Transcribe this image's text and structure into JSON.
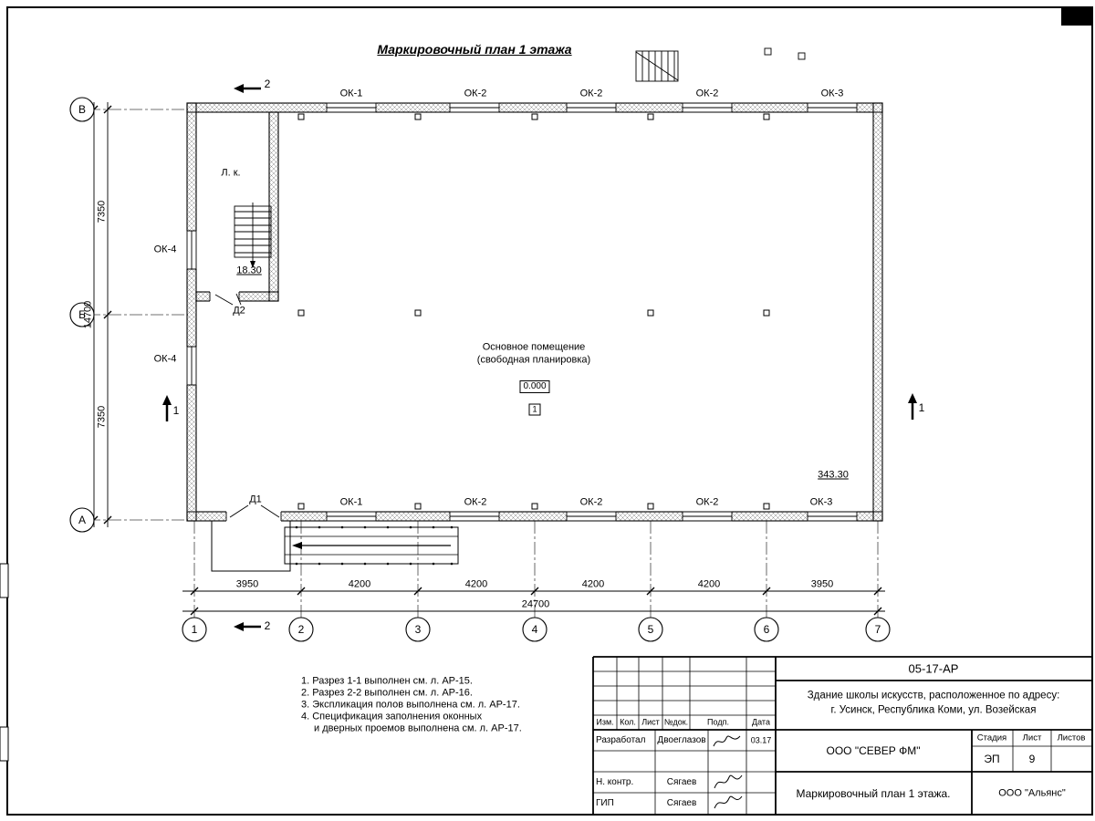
{
  "colors": {
    "ink": "#000000",
    "paper": "#ffffff"
  },
  "page": {
    "title": "Маркировочный план 1 этажа"
  },
  "axes": {
    "rows": [
      "В",
      "Б",
      "А"
    ],
    "cols": [
      "1",
      "2",
      "3",
      "4",
      "5",
      "6",
      "7"
    ]
  },
  "dimensions": {
    "bottom_segments": [
      "3950",
      "4200",
      "4200",
      "4200",
      "4200",
      "3950"
    ],
    "bottom_total": "24700",
    "left_inner": [
      "7350",
      "7350"
    ],
    "left_outer": "14700"
  },
  "windows": {
    "top": [
      "ОК-1",
      "ОК-2",
      "ОК-2",
      "ОК-2",
      "ОК-3"
    ],
    "bottom": [
      "ОК-1",
      "ОК-2",
      "ОК-2",
      "ОК-2",
      "ОК-3"
    ],
    "left": [
      "ОК-4",
      "ОК-4"
    ]
  },
  "plan_labels": {
    "stair_room": "Л. к.",
    "stair_area": "18.30",
    "main_room_1": "Основное помещение",
    "main_room_2": "(свободная планировка)",
    "elevation": "0.000",
    "room_number": "1",
    "main_area": "343.30",
    "door_1": "Д1",
    "door_2": "Д2"
  },
  "sections": {
    "one": "1",
    "two": "2"
  },
  "notes": [
    "1. Разрез 1-1 выполнен см. л. АР-15.",
    "2. Разрез 2-2 выполнен см. л. АР-16.",
    "3. Экспликация полов выполнена см. л. АР-17.",
    "4. Спецификация заполнения оконных",
    "и дверных проемов выполнена см. л. АР-17."
  ],
  "title_block": {
    "doc_code": "05-17-АР",
    "project_line1": "Здание школы искусств, расположенное по адресу:",
    "project_line2": "г. Усинск, Республика Коми, ул. Возейская",
    "rev_columns": [
      "Изм.",
      "Кол.",
      "Лист",
      "№док.",
      "Подп.",
      "Дата"
    ],
    "staff": [
      {
        "role": "Разработал",
        "name": "Двоеглазов",
        "date": "03.17"
      },
      {
        "role": "Н. контр.",
        "name": "Сягаев",
        "date": ""
      },
      {
        "role": "ГИП",
        "name": "Сягаев",
        "date": ""
      }
    ],
    "company": "ООО \"СЕВЕР ФМ\"",
    "sheet_title": "Маркировочный план 1 этажа.",
    "contractor": "ООО \"Альянс\"",
    "stage_label": "Стадия",
    "sheet_label": "Лист",
    "sheets_label": "Листов",
    "stage": "ЭП",
    "sheet_number": "9"
  }
}
